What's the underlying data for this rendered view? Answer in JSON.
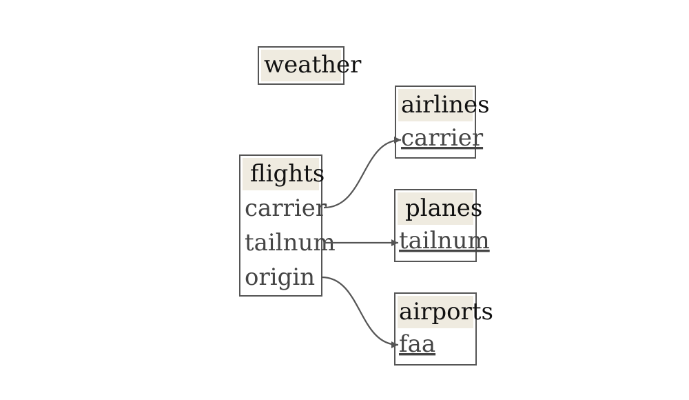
{
  "tables": {
    "weather": {
      "name": "weather"
    },
    "airlines": {
      "name": "airlines",
      "columns": [
        "carrier"
      ]
    },
    "planes": {
      "name": "planes",
      "columns": [
        "tailnum"
      ]
    },
    "airports": {
      "name": "airports",
      "columns": [
        "faa"
      ]
    },
    "flights": {
      "name": "flights",
      "columns": [
        "carrier",
        "tailnum",
        "origin"
      ]
    }
  },
  "relations": [
    {
      "from": "flights.carrier",
      "to": "airlines.carrier"
    },
    {
      "from": "flights.tailnum",
      "to": "planes.tailnum"
    },
    {
      "from": "flights.origin",
      "to": "airports.faa"
    }
  ],
  "colors": {
    "header_fill": "#efebe0",
    "border": "#555555",
    "edge": "#555555"
  }
}
